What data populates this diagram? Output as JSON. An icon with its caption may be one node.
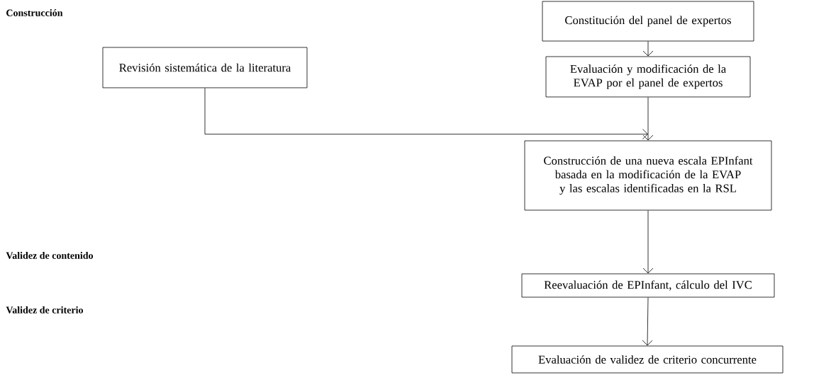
{
  "diagram": {
    "nodes": [
      {
        "text": [
          "Revisión sistemática de la literatura"
        ]
      },
      {
        "text": [
          "Constitución del panel de expertos"
        ]
      },
      {
        "text": [
          "Evaluación y modificación de la EVAP por el panel de expertos"
        ]
      },
      {
        "text": [
          "Construcción de una nueva escala EPInfant basada en la modificación de la EVAP y las escalas identificadas en la RSL"
        ]
      },
      {
        "text": [
          "Reevaluación de EPInfant, cálculo del IVC"
        ]
      },
      {
        "text": [
          "Evaluación de validez de criterio concurrente"
        ]
      }
    ],
    "edges": [
      {
        "from": 1,
        "to": 2,
        "arrow": "to"
      },
      {
        "from": 2,
        "to": 3,
        "arrow": "to"
      },
      {
        "from": 0,
        "to": 3,
        "arrow": "to"
      },
      {
        "from": 3,
        "to": 4,
        "arrow": "to"
      },
      {
        "from": 4,
        "to": 5,
        "arrow": "to"
      }
    ],
    "labels": [
      "Construcción",
      "Validez de contenido",
      "Validez de criterio"
    ]
  }
}
